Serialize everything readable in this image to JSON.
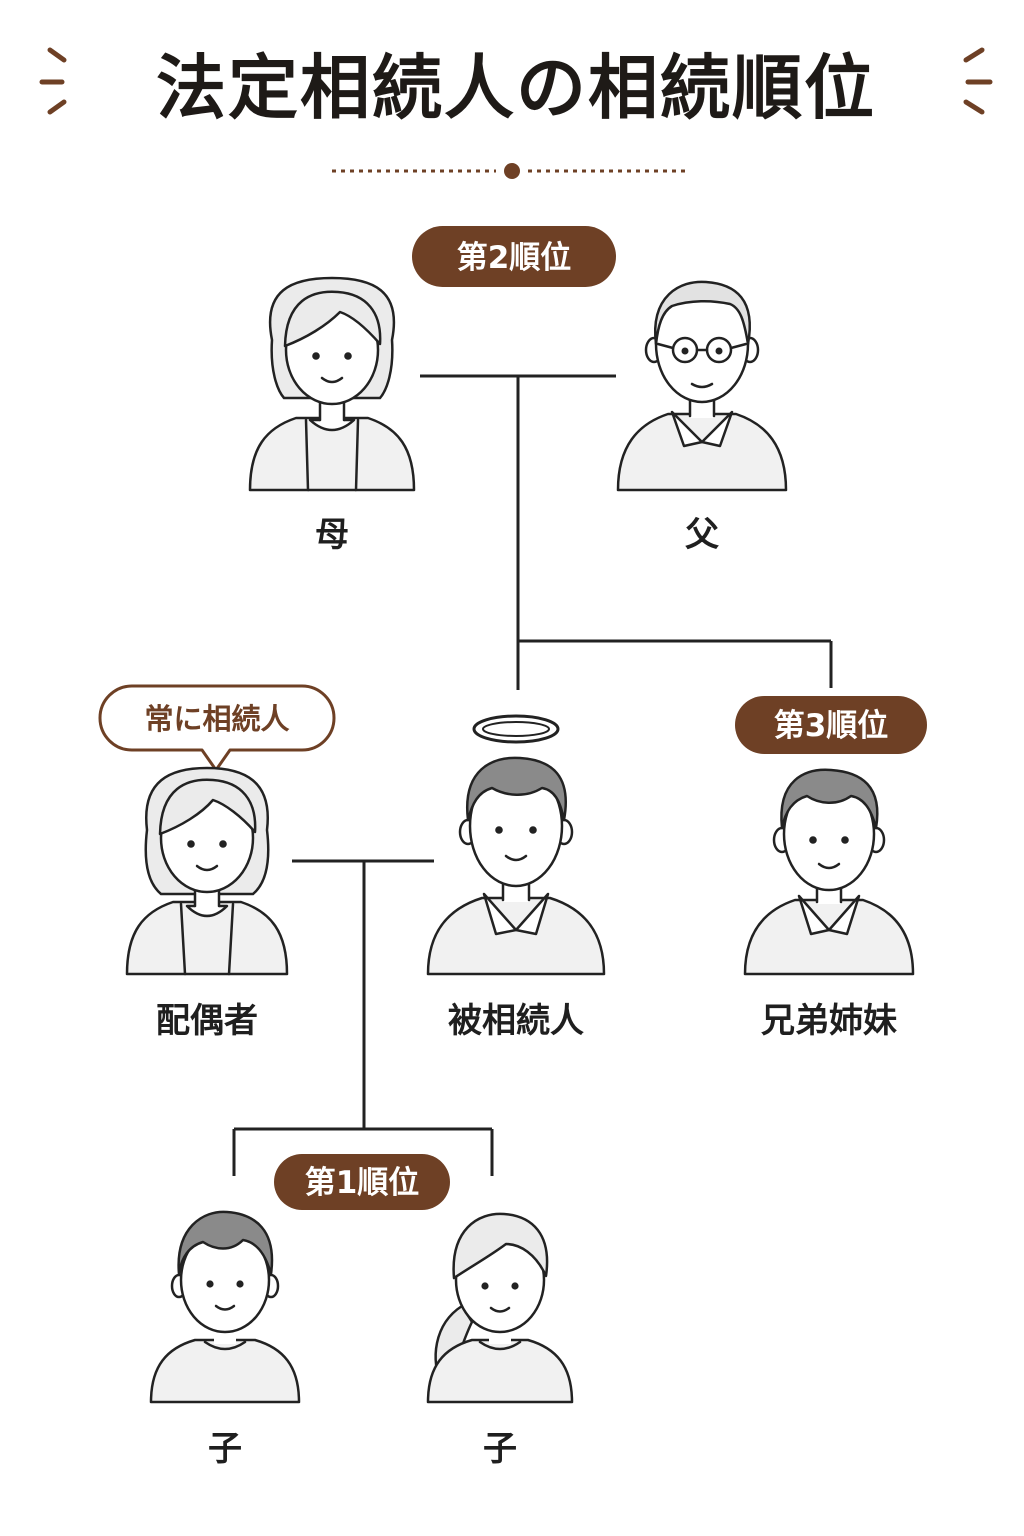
{
  "title": "法定相続人の相続順位",
  "colors": {
    "accent": "#6e4025",
    "line": "#222222",
    "text": "#1f1f1f"
  },
  "badges": {
    "rank2": "第2順位",
    "rank3": "第3順位",
    "rank1": "第1順位"
  },
  "bubble": {
    "always_heir": "常に相続人"
  },
  "people": {
    "mother": "母",
    "father": "父",
    "spouse": "配偶者",
    "deceased": "被相続人",
    "siblings": "兄弟姉妹",
    "child_1": "子",
    "child_2": "子"
  },
  "icons": {
    "decor": "sparkle-dash-icon",
    "halo": "halo-icon"
  }
}
